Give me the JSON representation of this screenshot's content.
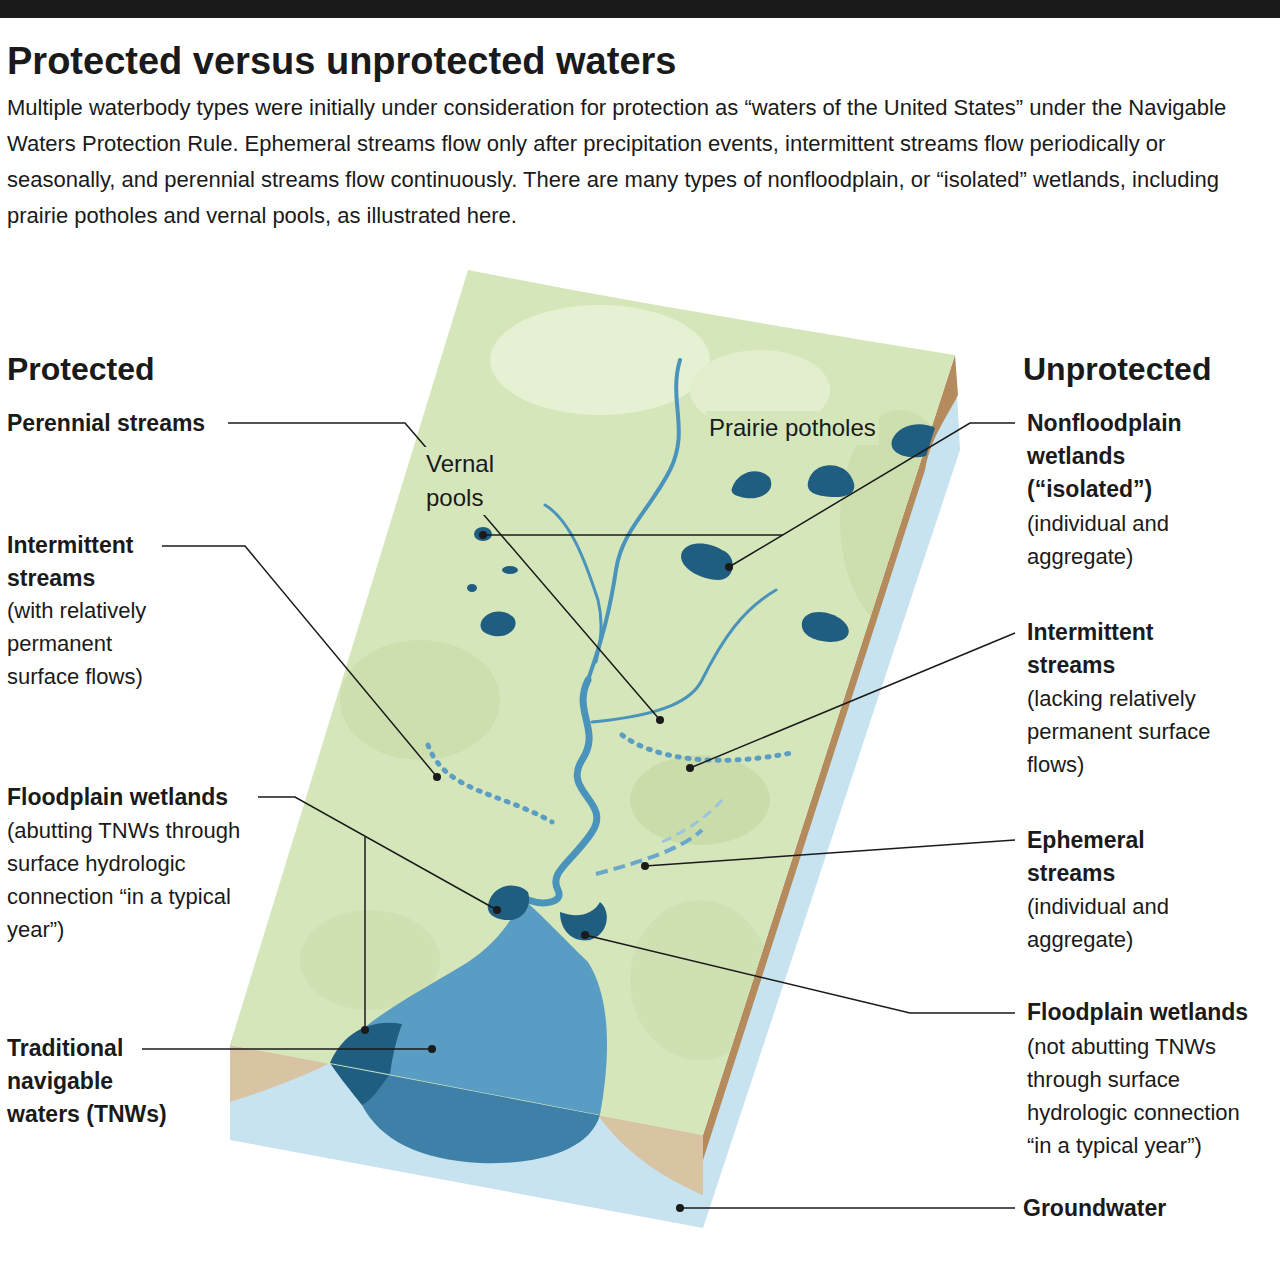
{
  "diagram": {
    "title": "Protected versus unprotected waters",
    "caption": "Multiple waterbody types were initially under consideration for protection as “waters of the United States” under the Navigable Waters Protection Rule. Ephemeral streams flow only after precipitation events, intermittent streams flow periodically or seasonally, and perennial streams flow continuously. There are many types of nonfloodplain, or “isolated” wetlands, including prairie potholes and vernal pools, as illustrated here.",
    "labels": [
      "Protected",
      "Perennial streams",
      "Intermittent streams",
      "(with relatively permanent surface flows)",
      "Floodplain wetlands",
      "(abutting TNWs through surface hydrologic connection “in a typical year”)",
      "Traditional navigable waters (TNWs)",
      "Vernal pools",
      "Prairie potholes",
      "Unprotected",
      "Nonfloodplain wetlands (“isolated”)",
      "(individual and aggregate)",
      "Intermittent streams",
      "(lacking relatively permanent surface flows)",
      "Ephemeral streams",
      "(individual and aggregate)",
      "Floodplain wetlands",
      "(not abutting TNWs through surface hydrologic connection “in a typical year”)",
      "Groundwater"
    ]
  }
}
